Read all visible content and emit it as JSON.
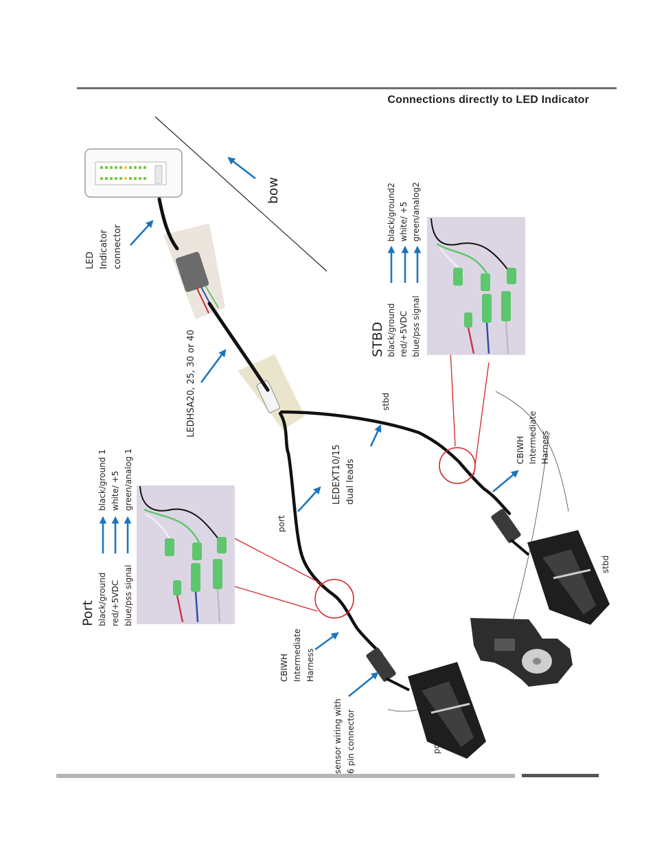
{
  "header": {
    "title": "Connections directly to LED Indicator"
  },
  "labels": {
    "bow": "bow",
    "led_connector": [
      "LED",
      "Indicator",
      "connector"
    ],
    "ledhsa": "LEDHSA20, 25, 30 or 40",
    "ledext": [
      "LEDEXT10/15",
      "dual leads"
    ],
    "stbd_lead": "stbd",
    "port_lead": "port",
    "cbiwh_stbd": [
      "CBIWH",
      "Intermediate",
      "Harness"
    ],
    "cbiwh_port": [
      "CBIWH",
      "Intermediate",
      "Harness"
    ],
    "sensor_wiring": [
      "sensor wiring with",
      "6 pin connector"
    ],
    "stbd_transducer": "stbd",
    "port_transducer": "port"
  },
  "stbd_box": {
    "title": "STBD",
    "left": [
      "black/ground",
      "red/+5VDC",
      "blue/pss signal"
    ],
    "right": [
      "black/ground2",
      "white/ +5",
      "green/analog2"
    ]
  },
  "port_box": {
    "title": "Port",
    "left": [
      "black/ground",
      "red/+5VDC",
      "blue/pss signal"
    ],
    "right": [
      "black/ground 1",
      "white/ +5",
      "green/analog 1"
    ]
  },
  "colors": {
    "arrow": "#1c75bc",
    "callout": "#d2232a",
    "cable": "#111111",
    "wire_green": "#5ec66e",
    "wire_blue": "#2d4fa8",
    "wire_red": "#c23b4a",
    "photo_bg": "#dcd6e4"
  }
}
